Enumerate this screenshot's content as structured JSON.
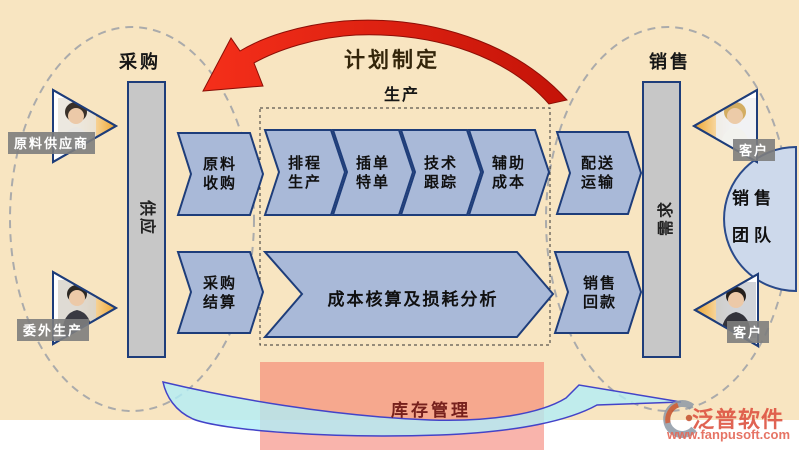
{
  "header": {
    "plan": "计划制定",
    "production": "生产",
    "procurement": "采购",
    "sales": "销售"
  },
  "bars": {
    "supply": "供应",
    "demand": "需求"
  },
  "entities": {
    "supplier": "原料供应商",
    "outsourced": "委外生产",
    "customer_top": "客户",
    "customer_bottom": "客户",
    "sales_team": [
      "销售",
      "团队"
    ]
  },
  "flows": {
    "raw_purchase": [
      "原料",
      "收购"
    ],
    "purchase_settlement": [
      "采购",
      "结算"
    ],
    "production_steps": [
      [
        "排程",
        "生产"
      ],
      [
        "插单",
        "特单"
      ],
      [
        "技术",
        "跟踪"
      ],
      [
        "辅助",
        "成本"
      ]
    ],
    "delivery": [
      "配送",
      "运输"
    ],
    "sales_collection": [
      "销售",
      "回款"
    ],
    "cost_analysis": "成本核算及损耗分析",
    "inventory": "库存管理"
  },
  "logo": {
    "brand": "泛普软件",
    "website": "www.fanpusoft.com"
  },
  "colors": {
    "background": "#f8e5c1",
    "flow_fill": "#a9b9d8",
    "flow_border": "#1e3d7a",
    "bar_fill": "#c7c7c7",
    "plan_arrow_red": "#e01e12",
    "inventory_panel": "#f47060",
    "swoosh_cyan": "#aeeef8",
    "team_fill": "#cdd9eb",
    "tag_bg": "#7d7d7d",
    "logo_red": "#dc4e3c"
  }
}
